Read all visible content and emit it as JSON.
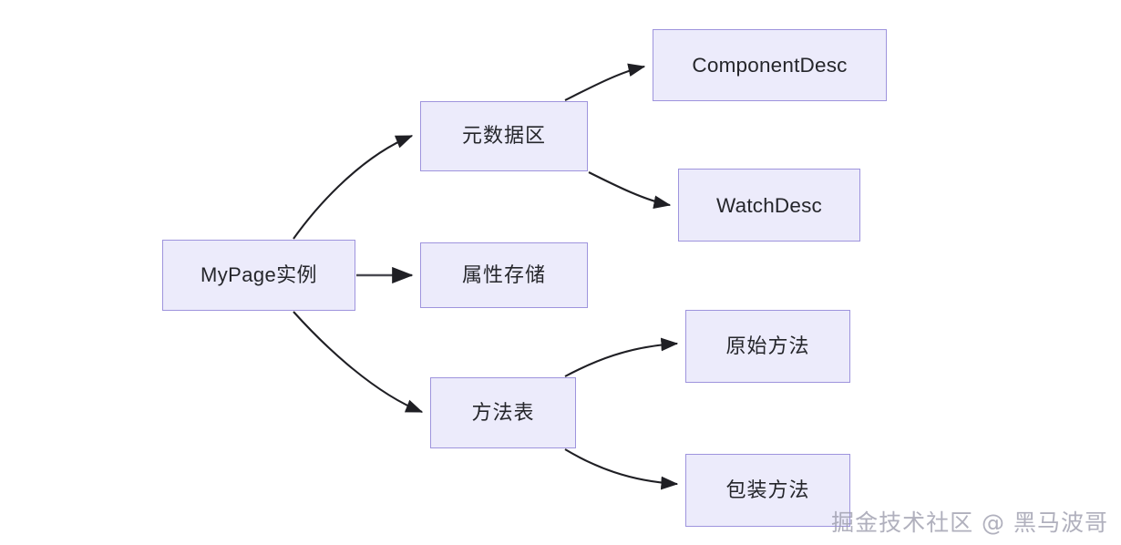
{
  "diagram": {
    "type": "flowchart",
    "title": "",
    "nodes": [
      {
        "id": "mypage",
        "label": "MyPage实例"
      },
      {
        "id": "metadata",
        "label": "元数据区"
      },
      {
        "id": "props",
        "label": "属性存储"
      },
      {
        "id": "methods",
        "label": "方法表"
      },
      {
        "id": "compdesc",
        "label": "ComponentDesc"
      },
      {
        "id": "watchdesc",
        "label": "WatchDesc"
      },
      {
        "id": "orig",
        "label": "原始方法"
      },
      {
        "id": "wrap",
        "label": "包装方法"
      }
    ],
    "edges": [
      {
        "from": "mypage",
        "to": "metadata",
        "style": "curved-arrow",
        "label": ""
      },
      {
        "from": "mypage",
        "to": "props",
        "style": "straight-arrow",
        "label": ""
      },
      {
        "from": "mypage",
        "to": "methods",
        "style": "curved-arrow",
        "label": ""
      },
      {
        "from": "metadata",
        "to": "compdesc",
        "style": "curved-arrow",
        "label": ""
      },
      {
        "from": "metadata",
        "to": "watchdesc",
        "style": "curved-arrow",
        "label": ""
      },
      {
        "from": "methods",
        "to": "orig",
        "style": "curved-arrow",
        "label": ""
      },
      {
        "from": "methods",
        "to": "wrap",
        "style": "curved-arrow",
        "label": ""
      }
    ],
    "colors": {
      "node_fill": "#ECEBFB",
      "node_border": "#9E94DD",
      "node_text": "#25262B",
      "edge": "#1F1F24",
      "background": "#FFFFFF",
      "watermark_text": "#9B9BAB"
    }
  },
  "watermark": {
    "text": "掘金技术社区 @ 黑马波哥"
  }
}
